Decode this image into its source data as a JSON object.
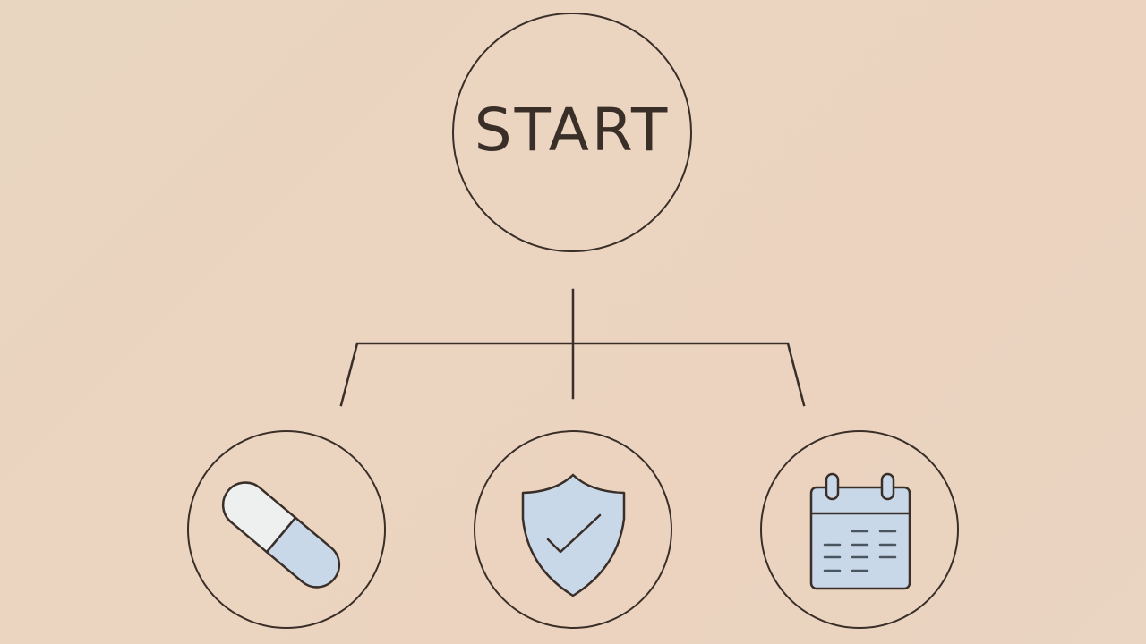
{
  "diagram": {
    "type": "flowchart",
    "background_color": "#ebd4c0",
    "stroke_color": "#3a2f28",
    "icon_fill_color": "#c9d8e8",
    "icon_light_fill_color": "#eef0f0",
    "start_node": {
      "label": "START"
    },
    "branches": [
      {
        "id": "medication",
        "icon": "pill-icon"
      },
      {
        "id": "protection",
        "icon": "shield-check-icon"
      },
      {
        "id": "schedule",
        "icon": "calendar-icon"
      }
    ]
  }
}
